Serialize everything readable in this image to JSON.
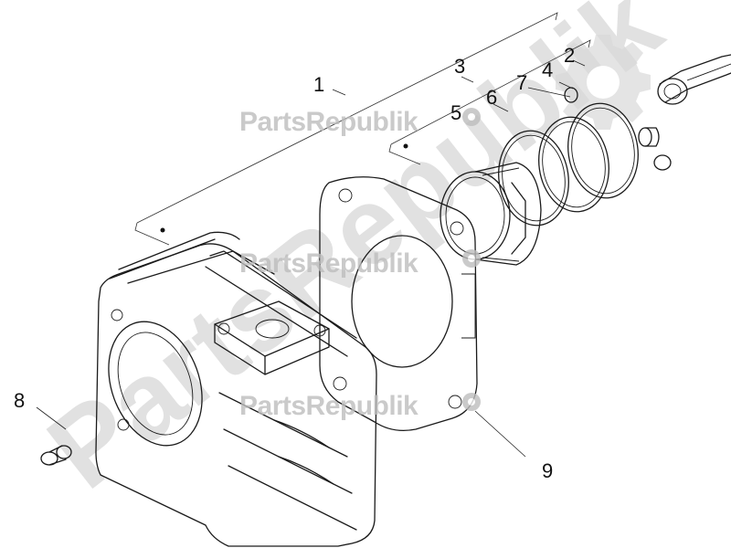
{
  "watermark": {
    "brand_text": "PartsRepublik",
    "accent_color": "#bdbdbd",
    "logo_icon": "gear-icon"
  },
  "callouts": [
    {
      "id": "1",
      "label": "1"
    },
    {
      "id": "2",
      "label": "2"
    },
    {
      "id": "3",
      "label": "3"
    },
    {
      "id": "4",
      "label": "4"
    },
    {
      "id": "5",
      "label": "5"
    },
    {
      "id": "6",
      "label": "6"
    },
    {
      "id": "7",
      "label": "7"
    },
    {
      "id": "8",
      "label": "8"
    },
    {
      "id": "9",
      "label": "9"
    }
  ],
  "parts": [
    "cylinder-block",
    "cylinder-gasket",
    "piston",
    "piston-ring-top",
    "piston-ring-second",
    "oil-scraper-ring",
    "piston-pin",
    "circlip",
    "connecting-rod",
    "dowel-pin",
    "base-gasket"
  ],
  "colors": {
    "line": "#1a1a1a",
    "watermark": "#bdbdbd",
    "background": "#ffffff"
  }
}
